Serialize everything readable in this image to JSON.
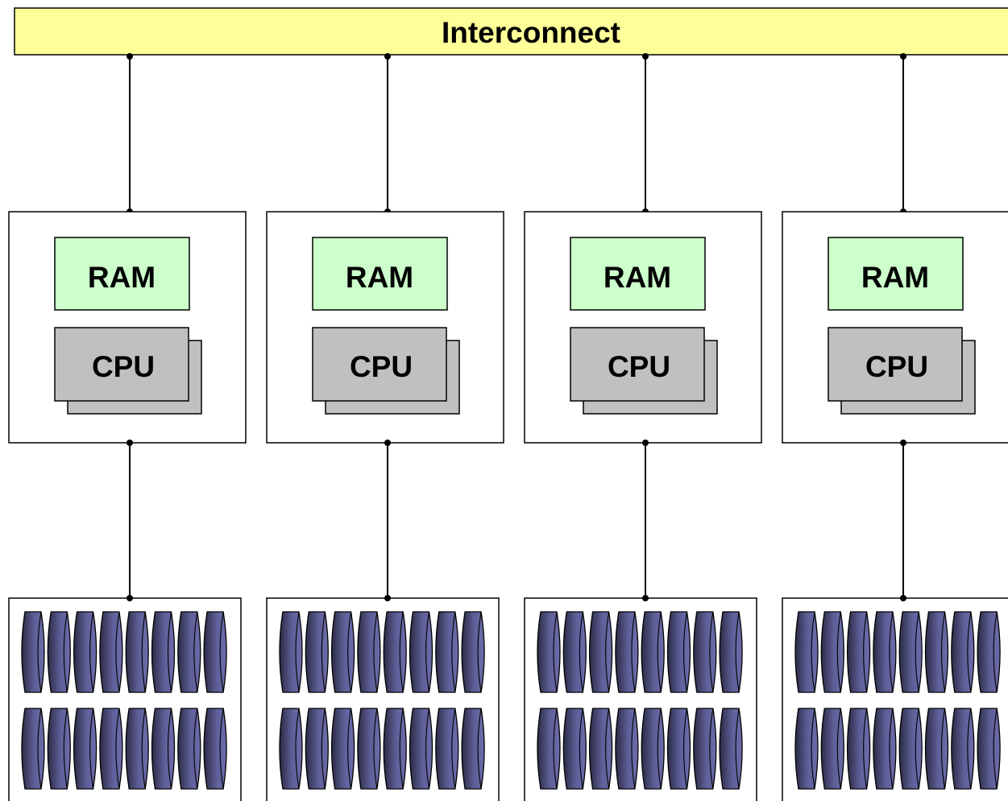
{
  "interconnect": {
    "label": "Interconnect",
    "fill": "#ffff99"
  },
  "nodes": [
    {
      "ram_label": "RAM",
      "cpu_label": "CPU"
    },
    {
      "ram_label": "RAM",
      "cpu_label": "CPU"
    },
    {
      "ram_label": "RAM",
      "cpu_label": "CPU"
    },
    {
      "ram_label": "RAM",
      "cpu_label": "CPU"
    }
  ],
  "storage": {
    "disk_rows_per_unit": 2,
    "disks_per_row": 8
  },
  "colors": {
    "ram": "#ccffcc",
    "cpu": "#c0c0c0",
    "disk_dark": "#2e2e4a",
    "disk_light": "#6a6aa6",
    "line": "#000000"
  }
}
